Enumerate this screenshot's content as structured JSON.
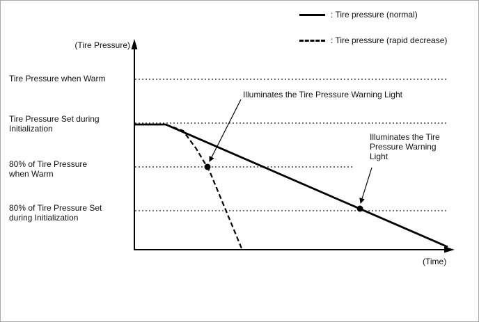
{
  "frame": {
    "background": "#ffffff",
    "border_color": "#a8a8a8",
    "line_color": "#000000"
  },
  "legend": {
    "items": [
      {
        "label": ": Tire pressure (normal)",
        "style": "solid"
      },
      {
        "label": ": Tire pressure (rapid decrease)",
        "style": "dashed"
      }
    ]
  },
  "axis": {
    "y_label": "(Tire Pressure)",
    "x_label": "(Time)"
  },
  "levels": {
    "warm": "Tire Pressure when Warm",
    "init": "Tire Pressure Set during Initialization",
    "warm80": "80% of Tire Pressure when Warm",
    "init80": "80% of Tire Pressure Set during Initialization"
  },
  "annotations": {
    "rapid_event": "Illuminates the Tire Pressure Warning Light",
    "normal_event": "Illuminates the Tire Pressure Warning Light"
  },
  "chart_data": {
    "type": "line",
    "title": "",
    "xlabel": "(Time)",
    "ylabel": "(Tire Pressure)",
    "grid": false,
    "legend_position": "top-right",
    "axes_numeric_labels": false,
    "reference_lines": [
      "Tire Pressure when Warm",
      "Tire Pressure Set during Initialization",
      "80% of Tire Pressure when Warm",
      "80% of Tire Pressure Set during Initialization"
    ],
    "reference_levels_y_rel": {
      "Tire Pressure when Warm": 0.84,
      "Tire Pressure Set during Initialization": 0.62,
      "80% of Tire Pressure when Warm": 0.41,
      "80% of Tire Pressure Set during Initialization": 0.19
    },
    "series": [
      {
        "name": "Tire pressure (normal)",
        "style": "solid",
        "x_rel": [
          0,
          0.1,
          1.0
        ],
        "y_rel": [
          0.62,
          0.62,
          0.01
        ],
        "event": {
          "label": "Illuminates the Tire Pressure Warning Light",
          "at_reference": "80% of Tire Pressure Set during Initialization",
          "x_rel": 0.72
        }
      },
      {
        "name": "Tire pressure (rapid decrease)",
        "style": "dashed",
        "x_rel": [
          0.1,
          0.155,
          0.2,
          0.24,
          0.34
        ],
        "y_rel": [
          0.62,
          0.59,
          0.5,
          0.39,
          0.01
        ],
        "event": {
          "label": "Illuminates the Tire Pressure Warning Light",
          "at_reference": "80% of Tire Pressure when Warm",
          "x_rel": 0.235
        }
      }
    ]
  }
}
